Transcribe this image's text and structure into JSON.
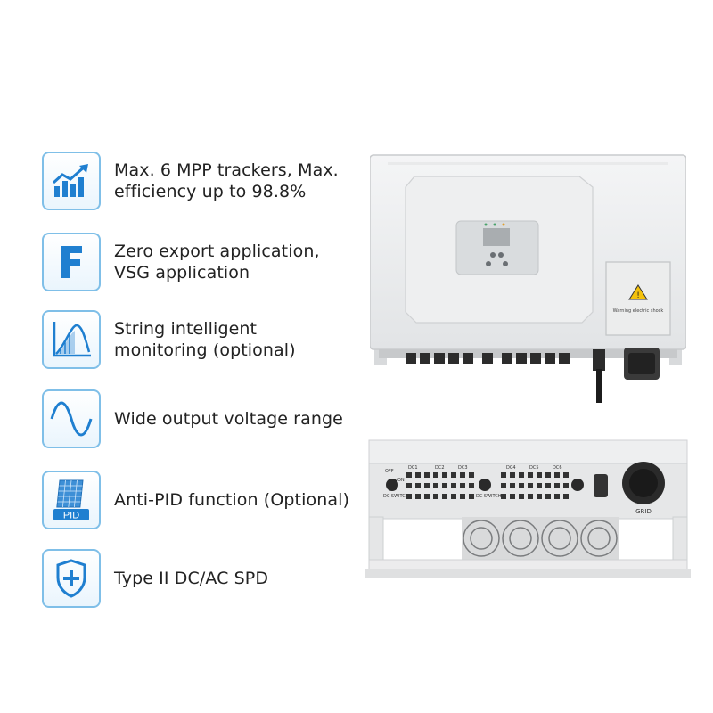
{
  "features": [
    {
      "icon": "rising-chart-icon",
      "text": "Max. 6 MPP trackers, Max.\nefficiency up to 98.8%"
    },
    {
      "icon": "letter-f-icon",
      "text": "Zero export application,\nVSG application"
    },
    {
      "icon": "curve-monitoring-icon",
      "text": "String intelligent\nmonitoring (optional)"
    },
    {
      "icon": "sine-wave-icon",
      "text": "Wide output voltage range"
    },
    {
      "icon": "solar-panel-pid-icon",
      "text": "Anti-PID function (Optional)",
      "badge": "PID"
    },
    {
      "icon": "shield-plus-icon",
      "text": "Type II DC/AC SPD"
    }
  ],
  "inverter": {
    "warning_label": "Warning electric shock",
    "grid_label": "GRID",
    "dc_labels": [
      "DC1",
      "DC2",
      "DC3",
      "DC4",
      "DC5",
      "DC6"
    ],
    "switch_label": "DC SWITCH",
    "off_label": "OFF",
    "on_label": "ON"
  },
  "colors": {
    "icon_blue": "#1f7fd0",
    "icon_border": "#7fbfe8",
    "text": "#222222"
  }
}
